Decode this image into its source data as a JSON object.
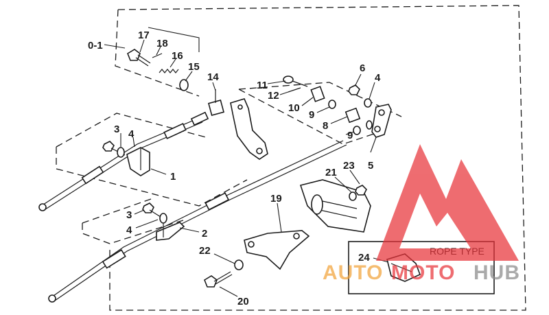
{
  "labels": {
    "assembly": "0-1",
    "p1": "1",
    "p2": "2",
    "p3a": "3",
    "p3b": "3",
    "p4a": "4",
    "p4b": "4",
    "p4c": "4",
    "p5": "5",
    "p6": "6",
    "p8": "8",
    "p9a": "9",
    "p9b": "9",
    "p10": "10",
    "p11": "11",
    "p12": "12",
    "p14": "14",
    "p15": "15",
    "p16": "16",
    "p17": "17",
    "p18": "18",
    "p19": "19",
    "p20": "20",
    "p21": "21",
    "p22": "22",
    "p23": "23",
    "p24": "24"
  },
  "inset": {
    "title": "ROPE TYPE"
  },
  "watermark": {
    "text_auto": "AUTO",
    "text_moto": "MOTO",
    "text_hub": "HUB",
    "color_red": "#e8343a",
    "color_orange": "#f2a33a",
    "color_gray": "#8a8a8a"
  }
}
